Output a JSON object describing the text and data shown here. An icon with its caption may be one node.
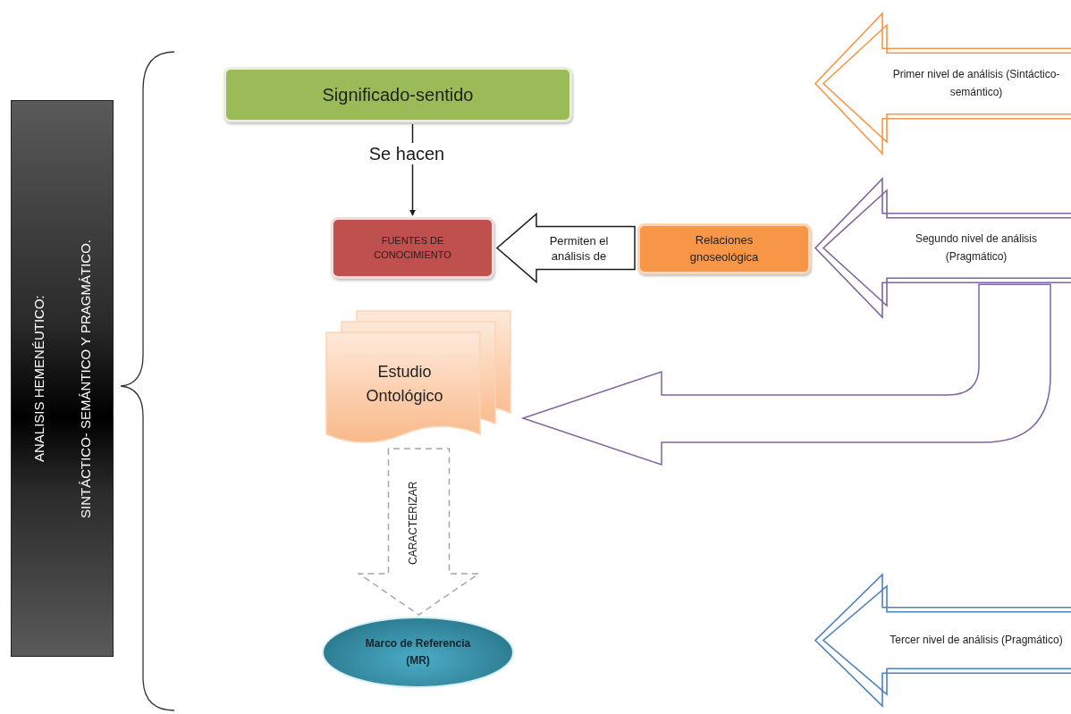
{
  "diagram": {
    "nodes": [
      {
        "text": [
          "ANALISIS HEMENÉUTICO:",
          "SINTÁCTICO- SEMÁNTICO Y PRAGMÁTICO."
        ]
      },
      {
        "text": [
          "Significado-sentido"
        ]
      },
      {
        "text": [
          "FUENTES DE CONOCIMIENTO"
        ]
      },
      {
        "text": [
          "Relaciones gnoseológica"
        ]
      },
      {
        "text": [
          "Estudio Ontológico"
        ]
      },
      {
        "text": [
          "Marco de Referencia (MR)"
        ]
      },
      {
        "text": [
          "Primer nivel de análisis (Sintáctico-semántico)"
        ]
      },
      {
        "text": [
          "Segundo nivel de análisis (Pragmático)"
        ]
      },
      {
        "text": [
          "Tercer nivel de análisis (Pragmático)"
        ]
      }
    ],
    "edges": [
      {
        "from": 1,
        "to": 2,
        "arrow": "to",
        "label": "Se hacen"
      },
      {
        "from": 3,
        "to": 2,
        "arrow": "to",
        "label": "Permiten el análisis de"
      },
      {
        "from": 4,
        "to": 5,
        "arrow": "to",
        "label": "CARACTERIZAR",
        "style": "dashed",
        "color": "#a6a6a6"
      },
      {
        "from": 7,
        "to": 4,
        "arrow": "to",
        "color": "#8064a2"
      }
    ]
  }
}
